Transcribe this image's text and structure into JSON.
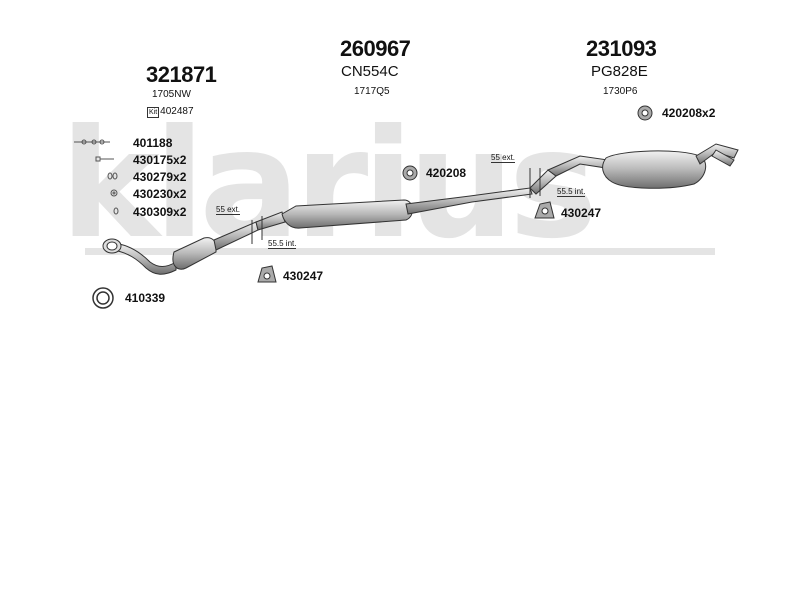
{
  "watermark": {
    "text": "klarius"
  },
  "sections": [
    {
      "part_number": "321871",
      "code": "1705NW",
      "kit_label": "Kit",
      "kit_number": "402487"
    },
    {
      "part_number": "260967",
      "code": "CN554C",
      "ref": "1717Q5"
    },
    {
      "part_number": "231093",
      "code": "PG828E",
      "ref": "1730P6"
    }
  ],
  "parts_list": [
    {
      "label": "401188",
      "icon": "clamp-icon"
    },
    {
      "label": "430175x2",
      "icon": "bolt-icon"
    },
    {
      "label": "430279x2",
      "icon": "spring-icon"
    },
    {
      "label": "430230x2",
      "icon": "nut-icon"
    },
    {
      "label": "430309x2",
      "icon": "washer-icon"
    }
  ],
  "callouts": {
    "gasket_left": "410339",
    "hanger_mid": "430247",
    "hanger_right_top": "420208",
    "hanger_right_bottom": "430247",
    "hanger_rear": "420208x2"
  },
  "dimensions": {
    "front_ext": "55 ext.",
    "front_int": "55.5 int.",
    "rear_ext": "55 ext.",
    "rear_int": "55.5 int."
  }
}
